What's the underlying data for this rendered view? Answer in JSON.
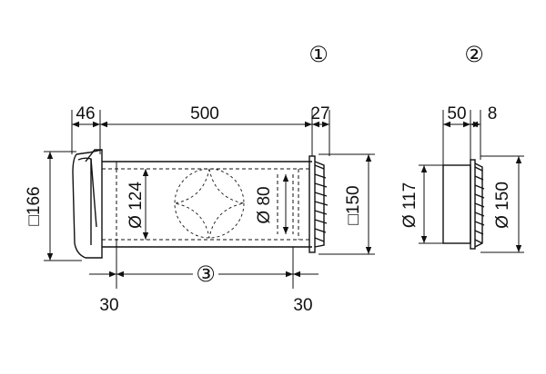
{
  "labels": {
    "marker_1": "①",
    "marker_2": "②",
    "marker_3": "③",
    "dim_46": "46",
    "dim_500": "500",
    "dim_27": "27",
    "dim_50": "50",
    "dim_8": "8",
    "dim_166": "□166",
    "dim_124": "Ø 124",
    "dim_80": "Ø 80",
    "dim_150_left": "□150",
    "dim_117": "Ø 117",
    "dim_150_right": "Ø 150",
    "dim_30_left": "30",
    "dim_30_right": "30"
  }
}
